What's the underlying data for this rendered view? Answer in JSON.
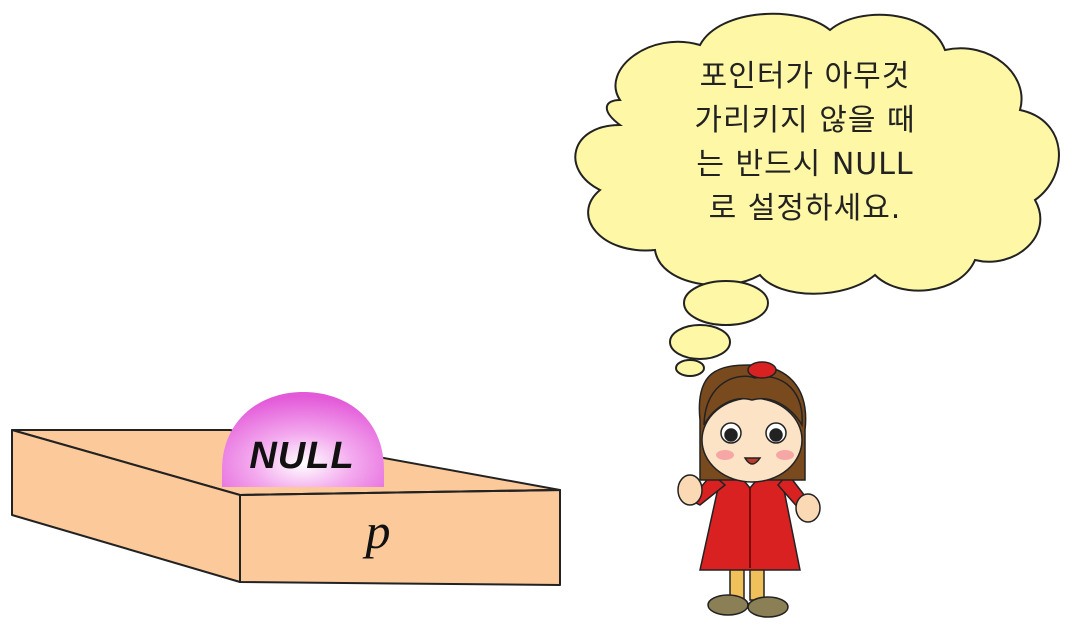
{
  "speech_bubble": {
    "lines": [
      "포인터가 아무것",
      "가리키지 않을 때",
      "는 반드시 NULL",
      "로 설정하세요."
    ]
  },
  "box": {
    "variable_label": "p",
    "value_label": "NULL"
  },
  "colors": {
    "box_face": "#fcc99a",
    "bubble_fill": "#fdf7a6",
    "egg_color": "#e86de0",
    "character_coat": "#d92121"
  }
}
